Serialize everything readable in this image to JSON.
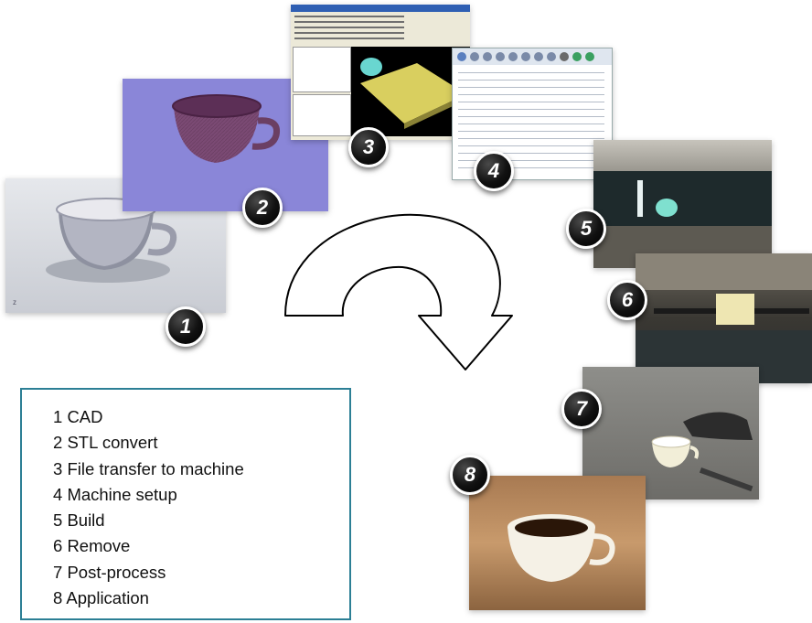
{
  "steps": [
    {
      "number": "1",
      "label": "CAD"
    },
    {
      "number": "2",
      "label": "STL convert"
    },
    {
      "number": "3",
      "label": "File transfer to machine"
    },
    {
      "number": "4",
      "label": "Machine setup"
    },
    {
      "number": "5",
      "label": "Build"
    },
    {
      "number": "6",
      "label": "Remove"
    },
    {
      "number": "7",
      "label": "Post-process"
    },
    {
      "number": "8",
      "label": "Application"
    }
  ],
  "colors": {
    "legend_border": "#2c7f95",
    "stl_background": "#8a86d8",
    "build_tray": "#e0d66a",
    "coffee": "#2a1608"
  }
}
